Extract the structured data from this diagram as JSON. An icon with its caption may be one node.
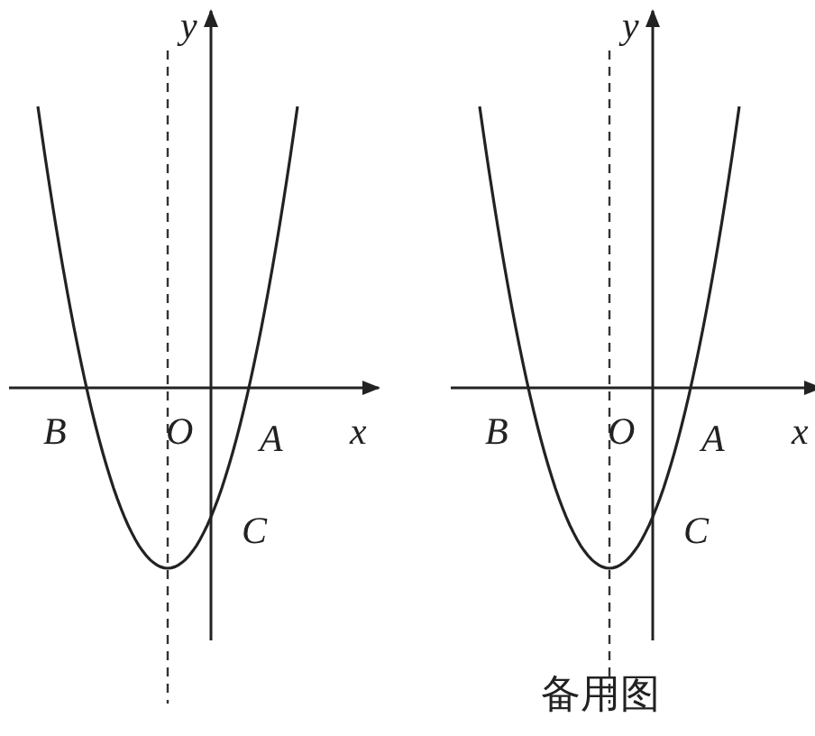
{
  "diagram": {
    "caption": "备用图",
    "labels": [
      "y",
      "B",
      "O",
      "A",
      "x",
      "C",
      "y",
      "B",
      "O",
      "A",
      "x",
      "C"
    ]
  }
}
